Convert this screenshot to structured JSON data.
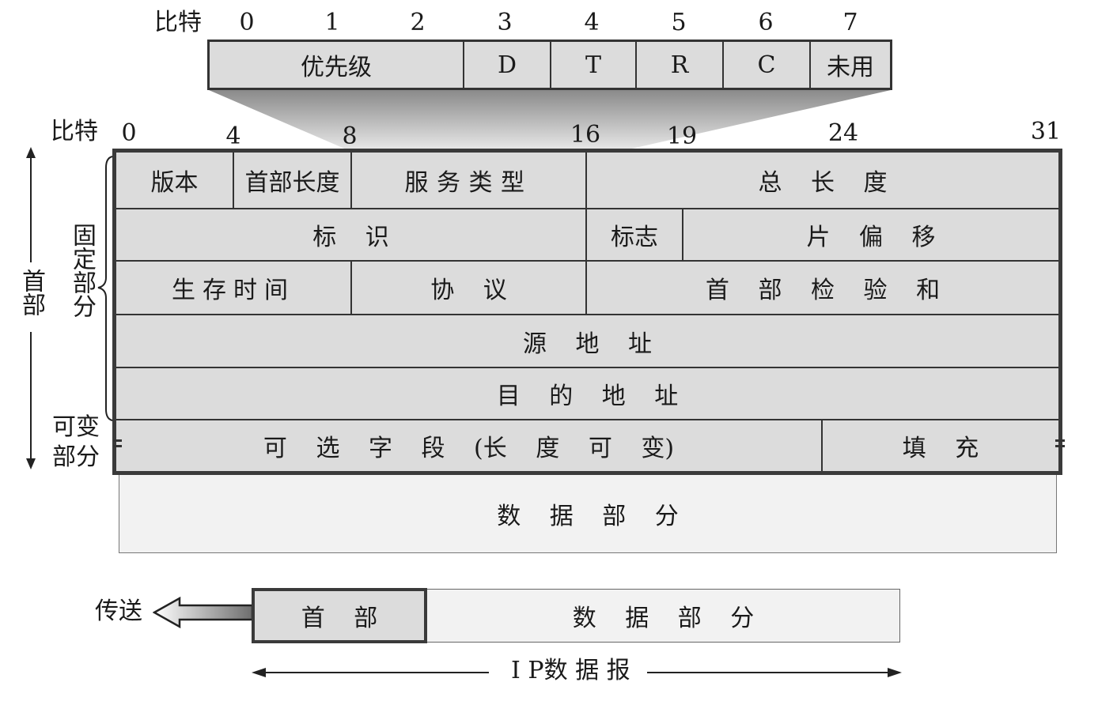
{
  "tos": {
    "bit_label": "比特",
    "bits": [
      "0",
      "1",
      "2",
      "3",
      "4",
      "5",
      "6",
      "7"
    ],
    "fields": [
      "优先级",
      "D",
      "T",
      "R",
      "C",
      "未用"
    ]
  },
  "header": {
    "bit_label": "比特",
    "bits": [
      "0",
      "4",
      "8",
      "16",
      "19",
      "24",
      "31"
    ],
    "rows": [
      [
        "版本",
        "首部长度",
        "服务类型",
        "总 长 度"
      ],
      [
        "标 识",
        "标志",
        "片 偏 移"
      ],
      [
        "生存时间",
        "协 议",
        "首 部 检 验 和"
      ],
      [
        "源 地 址"
      ],
      [
        "目 的 地 址"
      ],
      [
        "可 选 字 段 (长 度 可 变)",
        "填 充"
      ]
    ],
    "data_part": "数 据 部 分"
  },
  "side_labels": {
    "header": "首部",
    "fixed_part": "固定部分",
    "variable_part": "可变部分"
  },
  "bottom": {
    "send": "传送",
    "header": "首 部",
    "data": "数 据 部 分",
    "datagram": "I P数 据 报"
  }
}
